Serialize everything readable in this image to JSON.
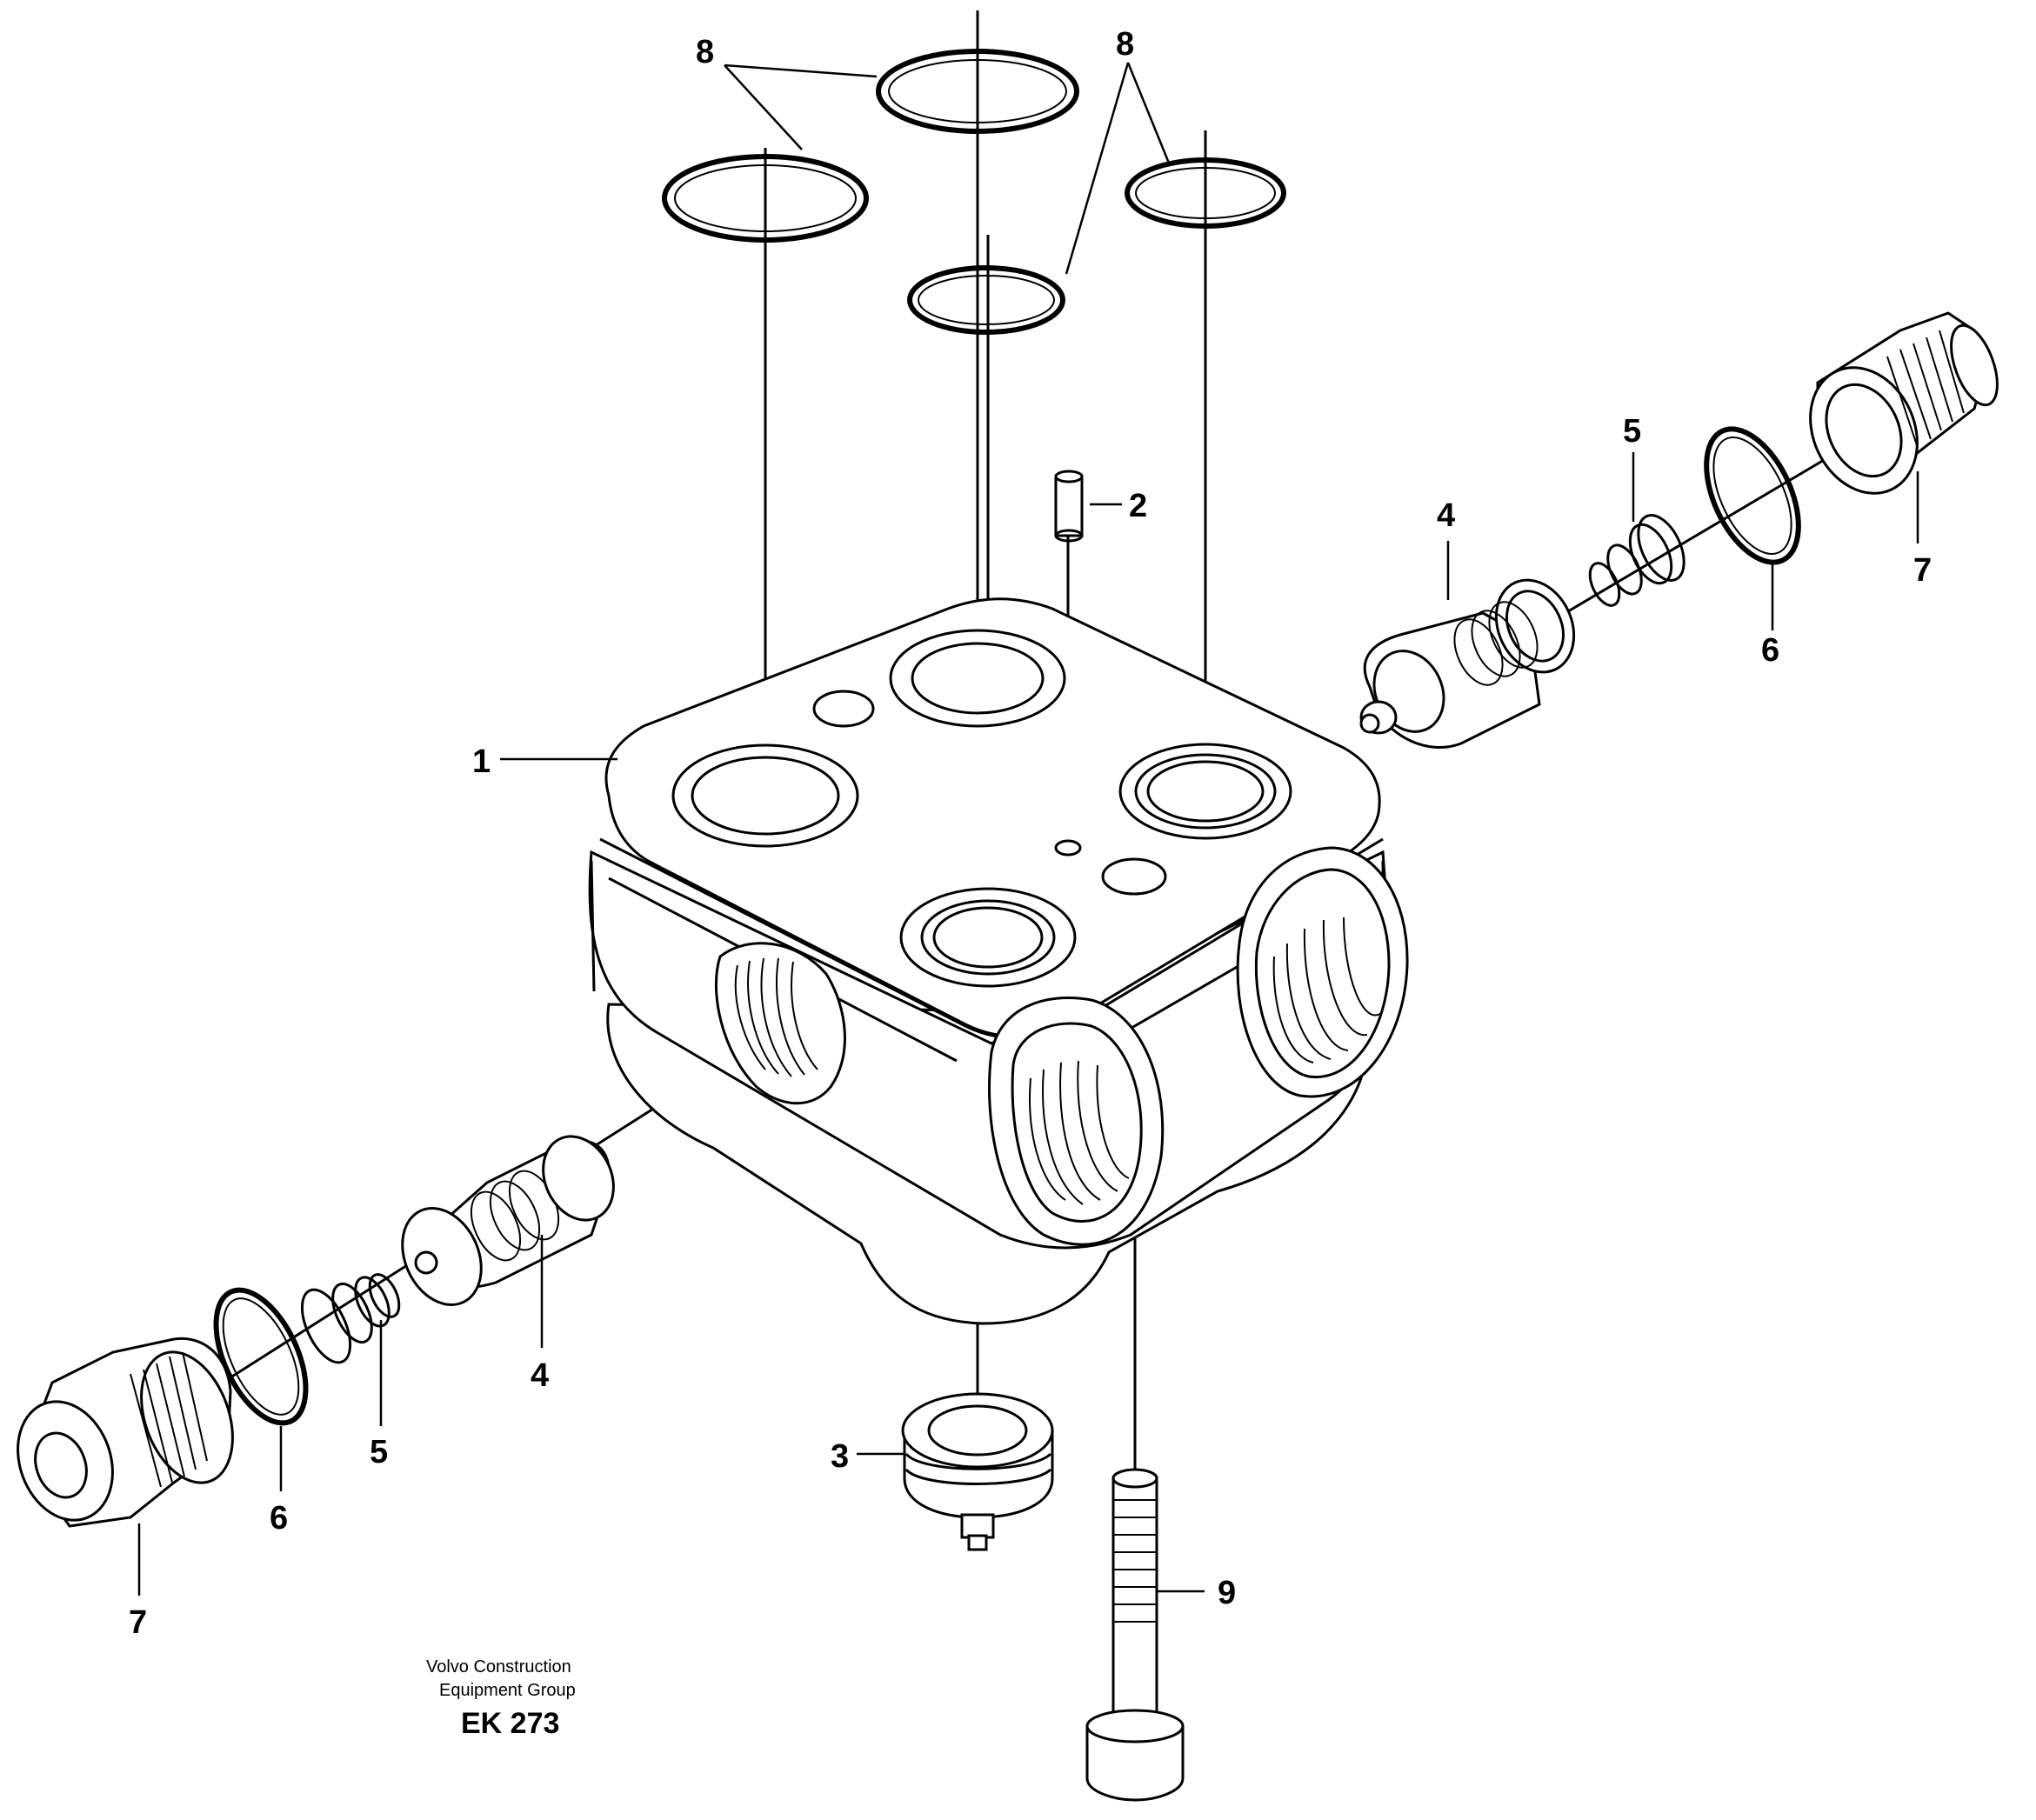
{
  "callouts": {
    "part_1": "1",
    "part_2": "2",
    "part_3": "3",
    "part_4_right": "4",
    "part_4_left": "4",
    "part_5_right": "5",
    "part_5_left": "5",
    "part_6_right": "6",
    "part_6_left": "6",
    "part_7_right": "7",
    "part_7_left": "7",
    "part_8_left": "8",
    "part_8_right": "8",
    "part_9": "9"
  },
  "footer": {
    "company_line1": "Volvo Construction",
    "company_line2": "Equipment Group",
    "drawing_code": "EK 273"
  }
}
